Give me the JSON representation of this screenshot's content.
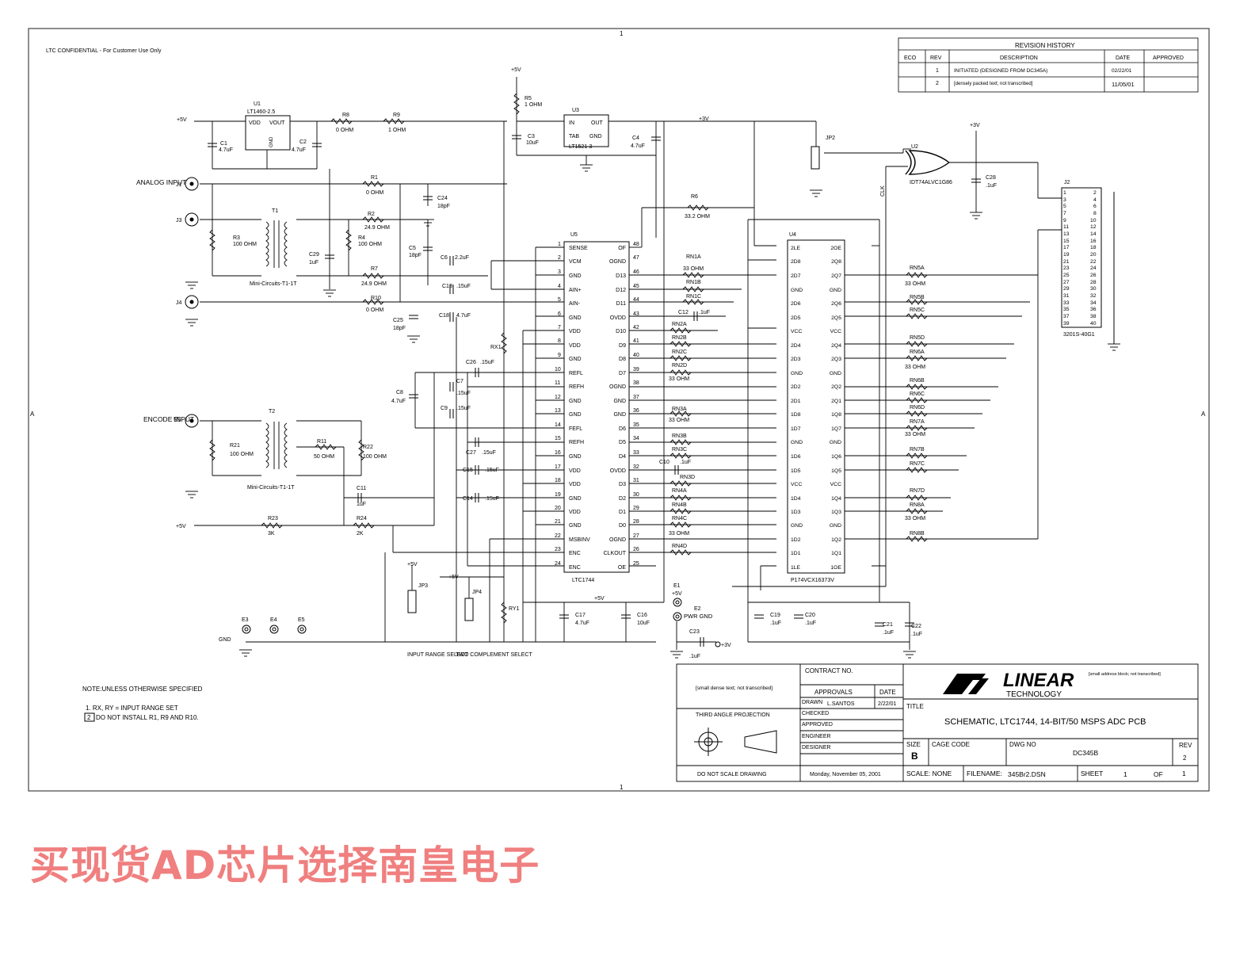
{
  "sheet": {
    "confidential": "LTC CONFIDENTIAL - For Customer Use Only",
    "zone_top": "1",
    "zone_bottom": "1",
    "zone_left": "A",
    "zone_right": "A"
  },
  "revision_history": {
    "title": "REVISION HISTORY",
    "headers": [
      "ECO",
      "REV",
      "DESCRIPTION",
      "DATE",
      "APPROVED"
    ],
    "rows": [
      {
        "eco": "",
        "rev": "1",
        "description": "INITIATED (DESIGNED FROM DC345A)",
        "date": "02/22/01",
        "approved": ""
      },
      {
        "eco": "",
        "rev": "2",
        "description": "[densely packed text; not transcribed]",
        "date": "11/05/01",
        "approved": ""
      }
    ]
  },
  "labels": {
    "analog_input": "ANALOG INPUT",
    "encode_input": "ENCODE INPUT",
    "encode_connector_suffix": "55",
    "plus5v": "+5V",
    "plus3v": "+3V",
    "gnd": "GND",
    "u1_name": "U1",
    "u1_part": "LT1460-2.5",
    "u3_name": "U3",
    "u3_part": "LT1521-3",
    "u5_name": "U5",
    "u5_part": "LTC1744",
    "u4_name": "U4",
    "u4_part": "P174VCX16373V",
    "u2_name": "U2",
    "u2_part": "IDT74ALVC1G86",
    "j2_name": "J2",
    "j2_part": "3201S-40G1",
    "t1_name": "T1",
    "t1_part": "Mini-Circuits-T1-1T",
    "t2_name": "T2",
    "t2_part": "Mini-Circuits-T1-1T",
    "jp3": "JP3",
    "jp4": "JP4",
    "jp2": "JP2",
    "input_range_select": "INPUT RANGE SELECT",
    "two_complement_select": "TWO COMPLEMENT SELECT",
    "pwr_gnd": "PWR GND",
    "clk": "CLK"
  },
  "notes": {
    "header": "NOTE:UNLESS OTHERWISE SPECIFIED",
    "note1": "1. RX, RY = INPUT RANGE SET",
    "note2_marker": "2",
    "note2": "DO NOT INSTALL R1, R9 AND R10."
  },
  "title_block": {
    "tolerance_text": "[small dense text; not transcribed]",
    "third_angle": "THIRD ANGLE PROJECTION",
    "contract_no": "CONTRACT NO.",
    "approvals": "APPROVALS",
    "date_header": "DATE",
    "drawn_label": "DRAWN",
    "drawn_by": "L.SANTOS",
    "drawn_date": "2/22/01",
    "checked": "CHECKED",
    "approved": "APPROVED",
    "engineer": "ENGINEER",
    "designer": "DESIGNER",
    "company_line1": "LINEAR",
    "company_line2": "TECHNOLOGY",
    "address": "[small address block; not transcribed]",
    "title_label": "TITLE",
    "title": "SCHEMATIC, LTC1744, 14-BIT/50 MSPS ADC PCB",
    "size_label": "SIZE",
    "size": "B",
    "cage_code": "CAGE CODE",
    "dwg_no_label": "DWG NO",
    "dwg_no": "DC345B",
    "rev_label": "REV",
    "rev": "2",
    "do_not_scale": "DO NOT SCALE DRAWING",
    "print_date": "Monday, November 05, 2001",
    "scale": "SCALE: NONE",
    "filename_label": "FILENAME:",
    "filename": "345Br2.DSN",
    "sheet_label": "SHEET",
    "sheet": "1",
    "of_label": "OF",
    "of": "1"
  },
  "banner": "买现货AD芯片选择南皇电子"
}
